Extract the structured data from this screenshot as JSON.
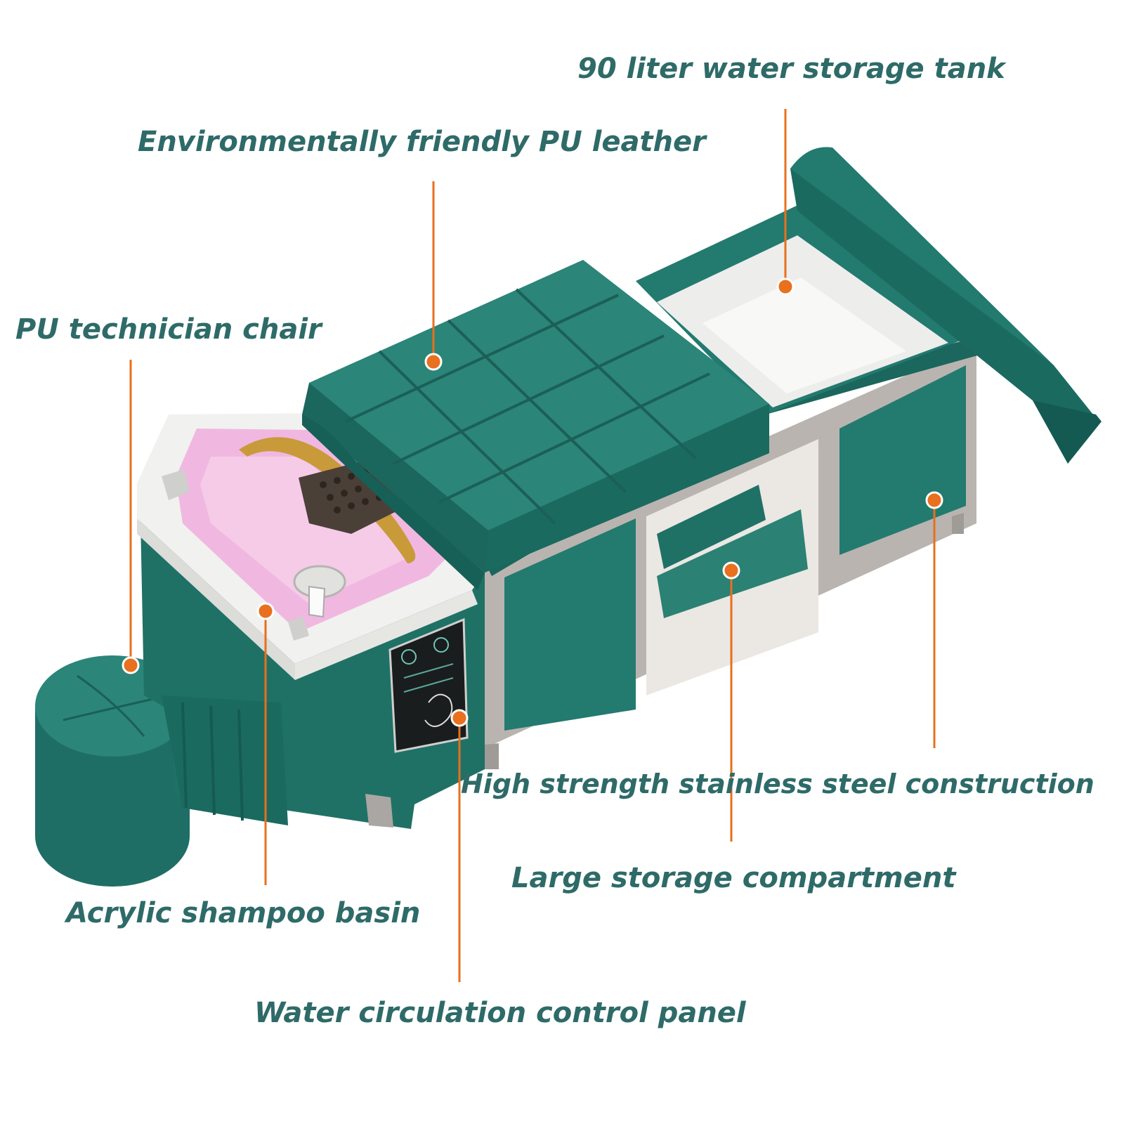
{
  "callouts": {
    "water_tank": "90 liter water storage tank",
    "pu_leather": "Environmentally friendly PU leather",
    "technician_chair": "PU technician chair",
    "steel_construction": "High strength stainless steel construction",
    "storage_compartment": "Large storage compartment",
    "shampoo_basin": "Acrylic shampoo basin",
    "control_panel": "Water circulation control panel"
  },
  "colors": {
    "label_text": "#2e6b68",
    "leader_line": "#e8701e",
    "upholstery": "#237a6f",
    "upholstery_dark": "#175c54",
    "frame_steel": "#b9b4b0",
    "basin_white": "#f1f1ef",
    "basin_glow": "#f0b8e0",
    "brass": "#c99a3a"
  }
}
